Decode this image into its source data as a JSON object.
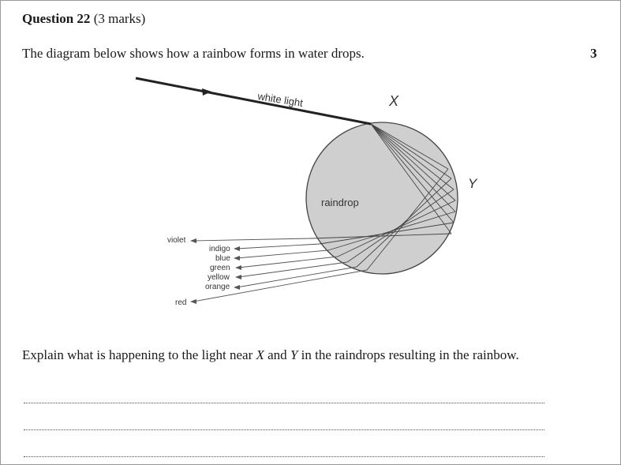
{
  "question": {
    "label": "Question 22",
    "marks": "(3 marks)",
    "marks_total": "3",
    "intro": "The diagram below shows how a rainbow forms in water drops.",
    "prompt_before_x": "Explain what is happening to the light near ",
    "x": "X",
    "and": " and ",
    "y": "Y",
    "prompt_after_y": " in the raindrops resulting in the rainbow."
  },
  "diagram": {
    "white_light_label": "white light",
    "point_x_label": "X",
    "point_y_label": "Y",
    "raindrop_label": "raindrop",
    "colors": [
      "violet",
      "indigo",
      "blue",
      "green",
      "yellow",
      "orange",
      "red"
    ]
  },
  "answer_lines": 3
}
